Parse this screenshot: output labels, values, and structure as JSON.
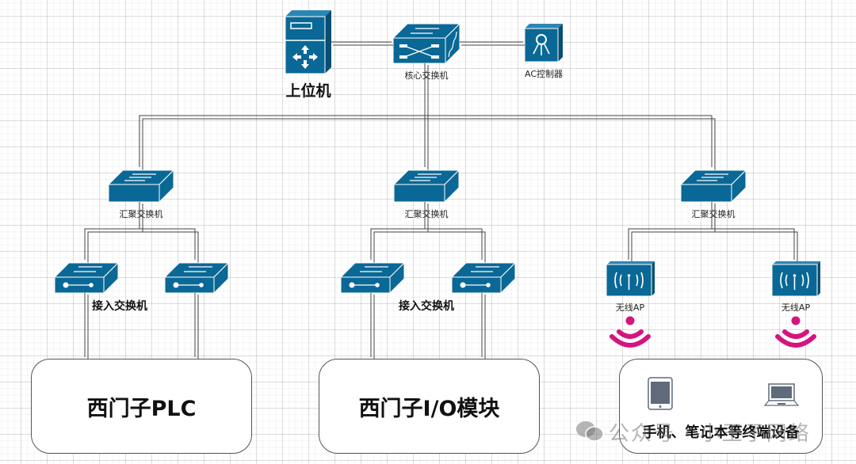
{
  "diagram": {
    "theme": {
      "device_blue": "#0a6896",
      "device_dark": "#074f73",
      "wifi_magenta": "#d4147f",
      "link_color": "#444444"
    },
    "top": {
      "host": {
        "label": "上位机",
        "icon": "server-icon"
      },
      "core_switch": {
        "label": "核心交换机",
        "icon": "core-switch-icon"
      },
      "ac_controller": {
        "label": "AC控制器",
        "icon": "access-controller-icon"
      }
    },
    "aggregation": [
      {
        "label": "汇聚交换机",
        "icon": "switch-icon"
      },
      {
        "label": "汇聚交换机",
        "icon": "switch-icon"
      },
      {
        "label": "汇聚交换机",
        "icon": "switch-icon"
      }
    ],
    "access_groups": [
      {
        "label": "接入交换机",
        "devices": [
          "access-switch-icon",
          "access-switch-icon"
        ]
      },
      {
        "label": "接入交换机",
        "devices": [
          "access-switch-icon",
          "access-switch-icon"
        ]
      }
    ],
    "wireless_aps": [
      {
        "label": "无线AP",
        "icon": "wireless-ap-icon"
      },
      {
        "label": "无线AP",
        "icon": "wireless-ap-icon"
      }
    ],
    "endpoints": [
      {
        "label": "西门子PLC"
      },
      {
        "label": "西门子I/O模块"
      },
      {
        "label": "手机、笔记本等终端设备",
        "icons": [
          "tablet-icon",
          "laptop-icon"
        ]
      }
    ],
    "watermark": "公众号 · 小王子网络"
  }
}
